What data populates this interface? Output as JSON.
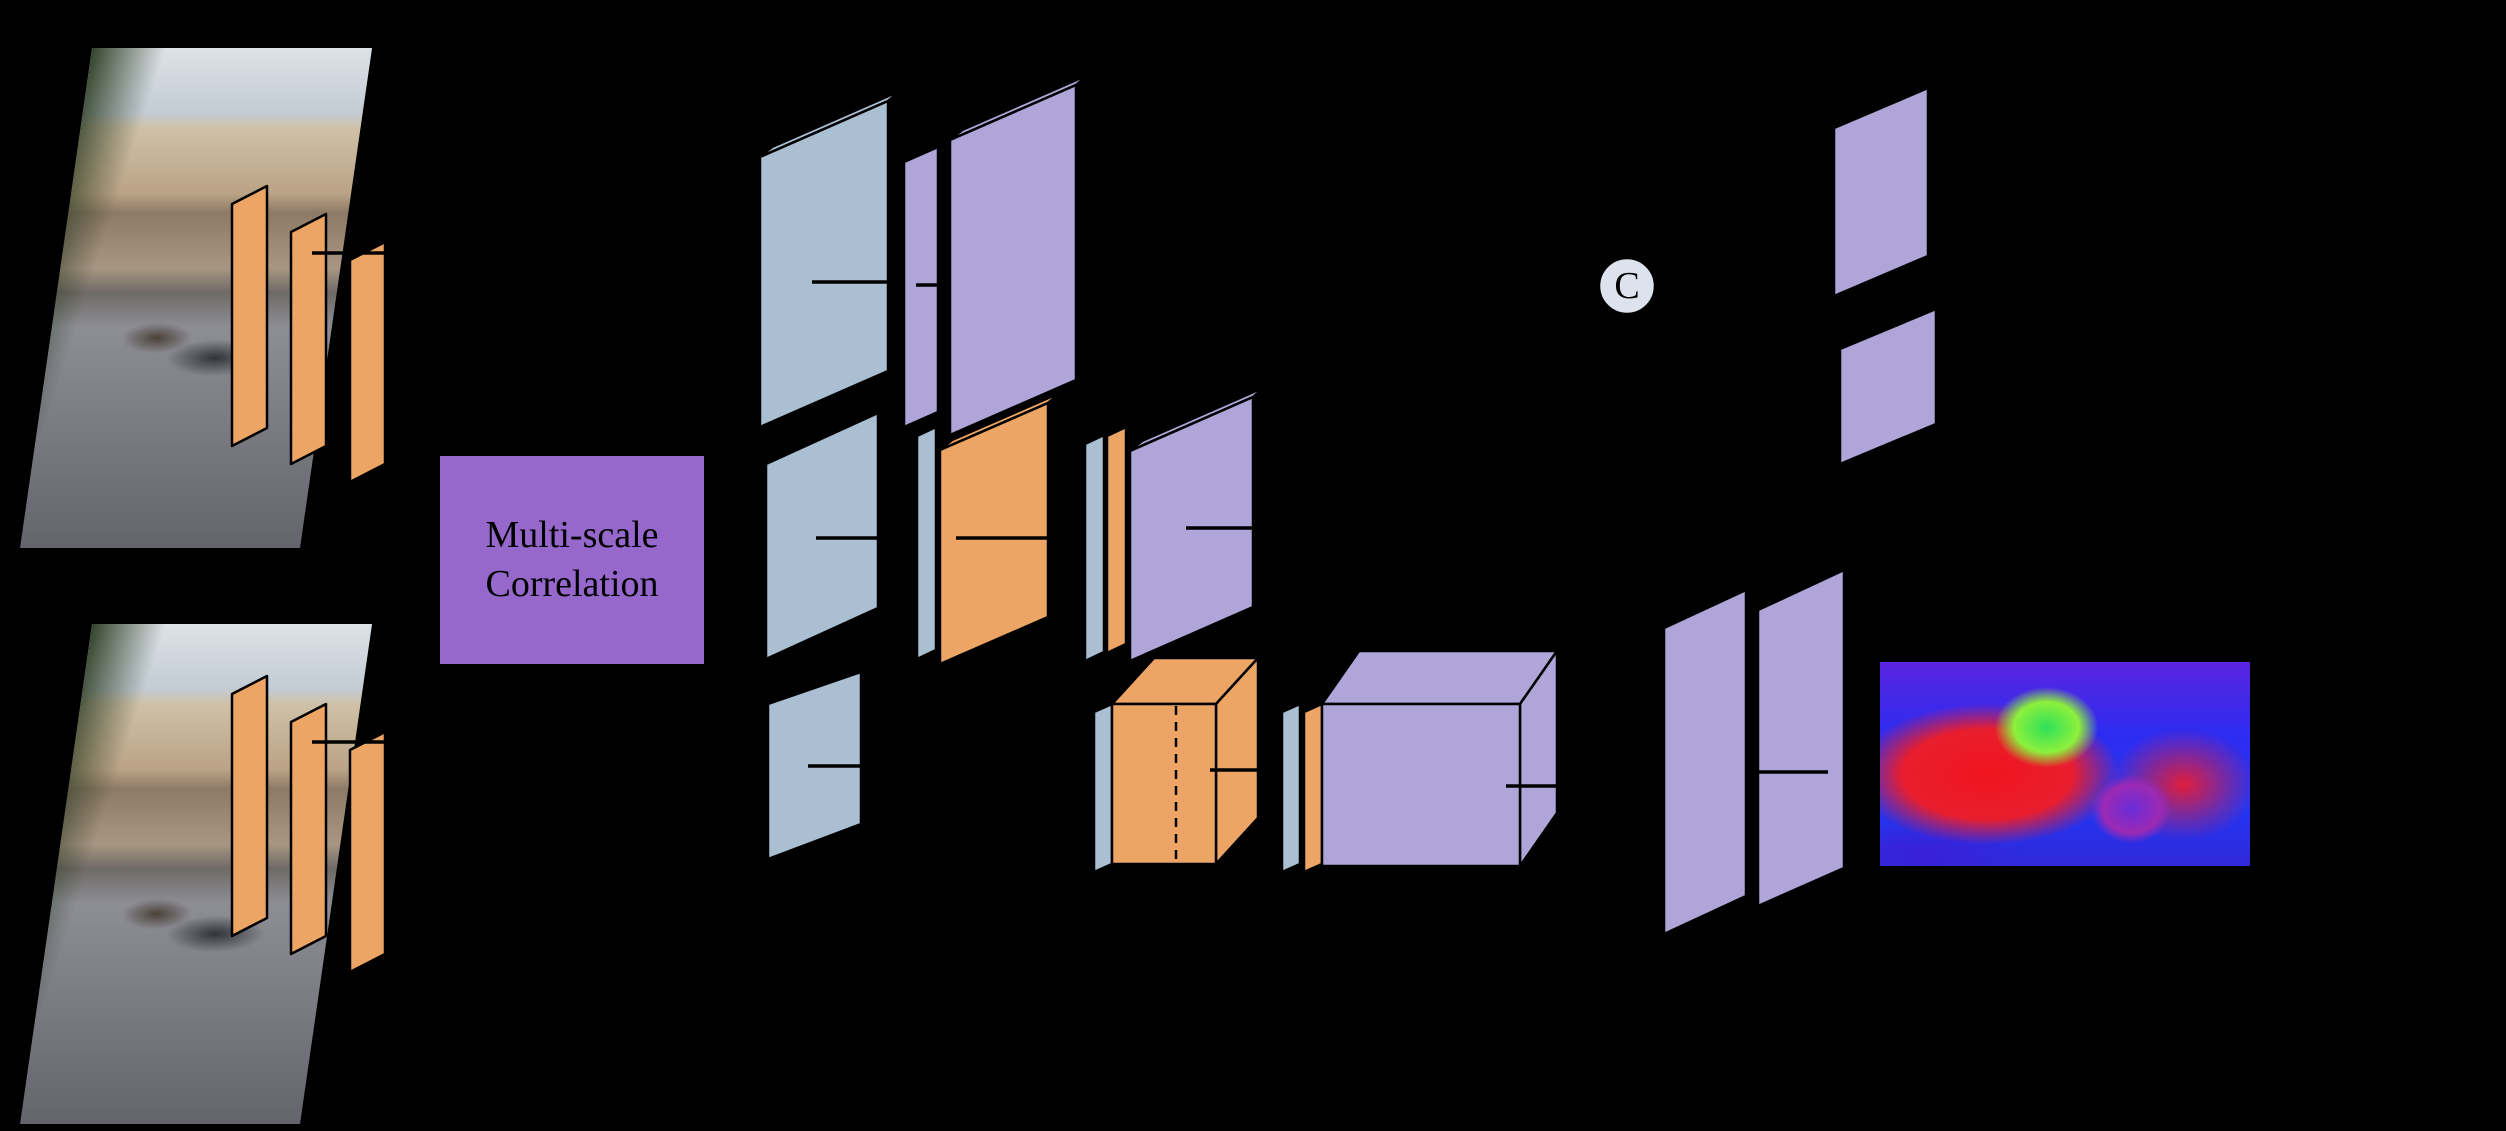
{
  "diagram": {
    "correlation_box": {
      "line1": "Multi-scale",
      "line2": "Correlation"
    },
    "concat_node_label": "C"
  },
  "colors": {
    "background": "#000000",
    "orange": "#eda566",
    "blue": "#abbfd2",
    "purple": "#afa5d8",
    "corr_box": "#9768cc",
    "concat_fill": "#dce3ed",
    "outline": "#000000"
  }
}
